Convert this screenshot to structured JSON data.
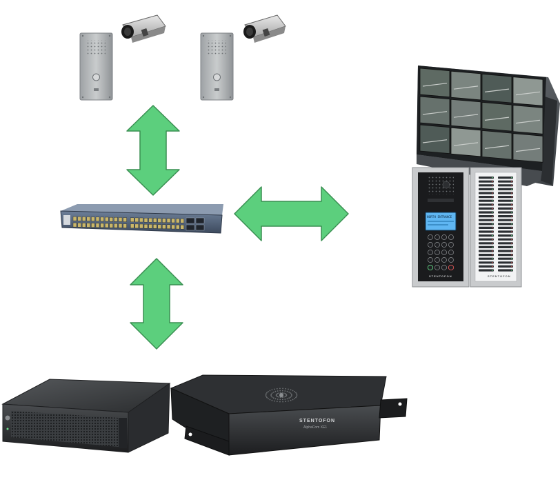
{
  "diagram": {
    "devices": {
      "intercom_station_left": {
        "kind": "door-intercom-panel"
      },
      "camera_left": {
        "kind": "ip-camera"
      },
      "intercom_station_right": {
        "kind": "door-intercom-panel"
      },
      "camera_right": {
        "kind": "ip-camera"
      },
      "network_switch": {
        "kind": "ethernet-switch"
      },
      "video_wall": {
        "kind": "monitor-wall"
      },
      "master_station": {
        "kind": "control-desk-intercom",
        "brand_label": "STENTOFON",
        "lcd_text": "NORTH ENTRANCE"
      },
      "expansion_module": {
        "kind": "button-expansion-panel",
        "brand_label": "STENTOFON"
      },
      "video_recorder": {
        "kind": "network-video-recorder"
      },
      "intercom_server": {
        "kind": "rack-intercom-server",
        "brand_label": "STENTOFON",
        "model_label": "AlphaCom XE1"
      }
    },
    "connections": [
      {
        "name": "arrow-cameras-to-switch",
        "direction": "bidirectional"
      },
      {
        "name": "arrow-switch-to-operator",
        "direction": "bidirectional"
      },
      {
        "name": "arrow-switch-to-servers",
        "direction": "bidirectional"
      }
    ],
    "colors": {
      "arrow_fill": "#5ccf7d",
      "arrow_stroke": "#3a8f52",
      "panel_metal": "#b9bcbe",
      "device_dark": "#2a2c2e"
    }
  }
}
